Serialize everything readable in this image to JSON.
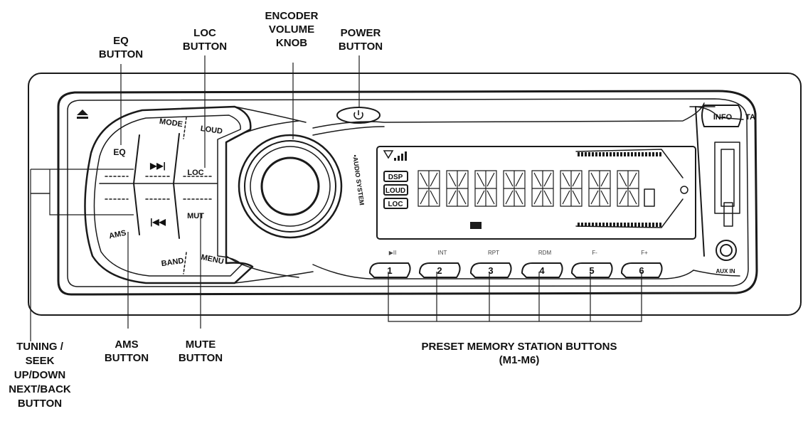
{
  "callouts": {
    "eq": [
      "EQ",
      "BUTTON"
    ],
    "loc": [
      "LOC",
      "BUTTON"
    ],
    "encoder": [
      "ENCODER",
      "VOLUME",
      "KNOB"
    ],
    "power": [
      "POWER",
      "BUTTON"
    ],
    "tuning": [
      "TUNING /",
      "SEEK",
      "UP/DOWN",
      "NEXT/BACK",
      "BUTTON"
    ],
    "ams": [
      "AMS",
      "BUTTON"
    ],
    "mute": [
      "MUTE",
      "BUTTON"
    ],
    "preset": [
      "PRESET MEMORY STATION BUTTONS",
      "(M1-M6)"
    ]
  },
  "panel": {
    "mode": "MODE",
    "loud": "LOUD",
    "eq": "EQ",
    "loc": "LOC",
    "mut": "MUT",
    "ams": "AMS",
    "band": "BAND",
    "menu": "MENU",
    "next": "▶▶|",
    "prev": "|◀◀",
    "power_icon": "power-icon",
    "audio_system": "•AUDIO SYSTEM",
    "info": "INFO",
    "ta": "TA",
    "aux_in": "AUX IN",
    "lcd_tags": [
      "DSP",
      "LOUD",
      "LOC"
    ],
    "presets": [
      "1",
      "2",
      "3",
      "4",
      "5",
      "6"
    ],
    "preset_labels": [
      "▶II",
      "INT",
      "RPT",
      "RDM",
      "F-",
      "F+"
    ]
  }
}
